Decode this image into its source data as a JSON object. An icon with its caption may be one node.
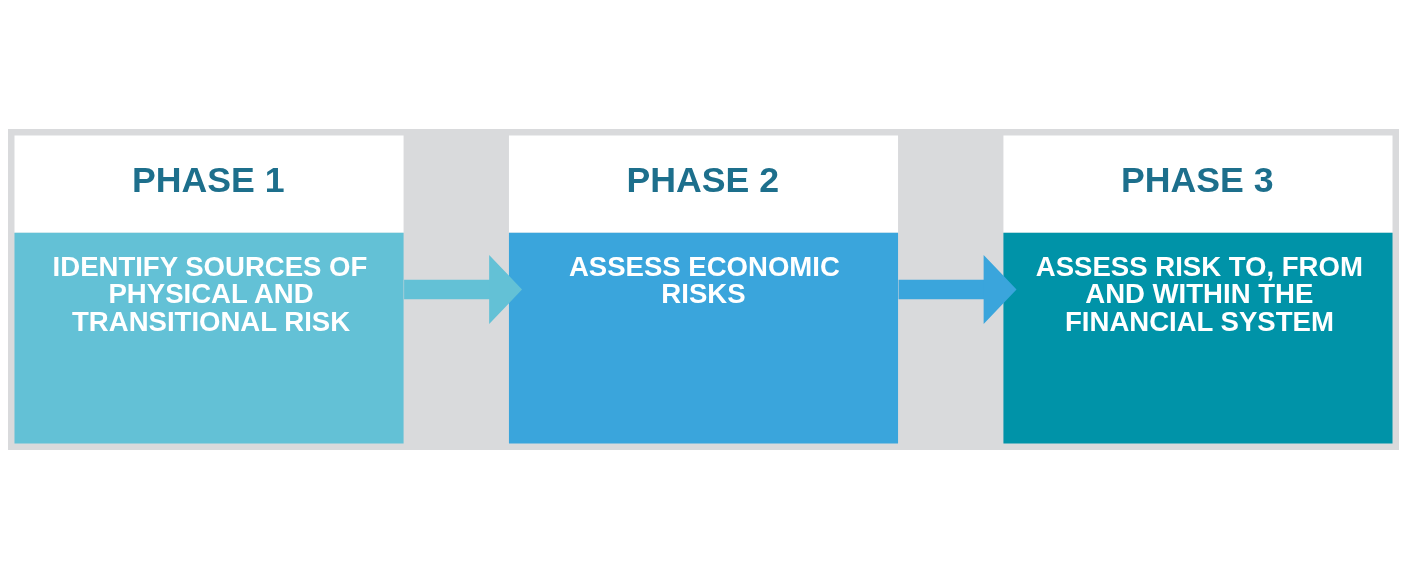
{
  "diagram": {
    "nodes": [
      {
        "text": [
          "PHASE 1",
          "IDENTIFY SOURCES OF PHYSICAL AND TRANSITIONAL RISK"
        ]
      },
      {
        "text": [
          "PHASE 2",
          "ASSESS ECONOMIC RISKS"
        ]
      },
      {
        "text": [
          "PHASE 3",
          "ASSESS RISK TO, FROM AND WITHIN THE FINANCIAL SYSTEM"
        ]
      }
    ],
    "edges": [
      {
        "from": 0,
        "to": 1,
        "arrow": "to",
        "color": "#63c1d6"
      },
      {
        "from": 1,
        "to": 2,
        "arrow": "to",
        "color": "#3aa5dc"
      }
    ]
  }
}
